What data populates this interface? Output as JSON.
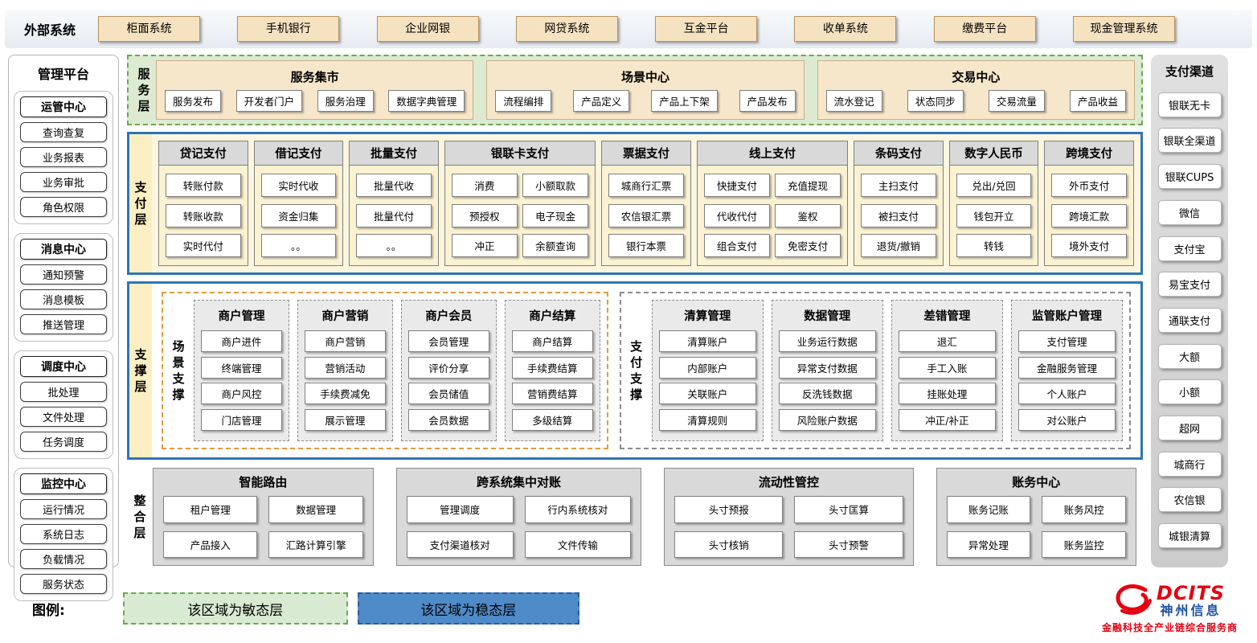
{
  "external": {
    "label": "外部系统",
    "items": [
      "柜面系统",
      "手机银行",
      "企业网银",
      "网贷系统",
      "互金平台",
      "收单系统",
      "缴费平台",
      "现金管理系统"
    ]
  },
  "management": {
    "title": "管理平台",
    "sections": [
      {
        "title": "运管中心",
        "items": [
          "查询查复",
          "业务报表",
          "业务审批",
          "角色权限"
        ]
      },
      {
        "title": "消息中心",
        "items": [
          "通知预警",
          "消息模板",
          "推送管理"
        ]
      },
      {
        "title": "调度中心",
        "items": [
          "批处理",
          "文件处理",
          "任务调度"
        ]
      },
      {
        "title": "监控中心",
        "items": [
          "运行情况",
          "系统日志",
          "负载情况",
          "服务状态"
        ]
      }
    ]
  },
  "service_layer": {
    "label": "服务层",
    "groups": [
      {
        "title": "服务集市",
        "items": [
          "服务发布",
          "开发者门户",
          "服务治理",
          "数据字典管理"
        ]
      },
      {
        "title": "场景中心",
        "items": [
          "流程编排",
          "产品定义",
          "产品上下架",
          "产品发布"
        ]
      },
      {
        "title": "交易中心",
        "items": [
          "流水登记",
          "状态同步",
          "交易流量",
          "产品收益"
        ]
      }
    ]
  },
  "payment_layer": {
    "label": "支付层",
    "columns": [
      {
        "title": "贷记支付",
        "rows": [
          [
            "转账付款"
          ],
          [
            "转账收款"
          ],
          [
            "实时代付"
          ]
        ]
      },
      {
        "title": "借记支付",
        "rows": [
          [
            "实时代收"
          ],
          [
            "资金归集"
          ],
          [
            "。。"
          ]
        ]
      },
      {
        "title": "批量支付",
        "rows": [
          [
            "批量代收"
          ],
          [
            "批量代付"
          ],
          [
            "。。"
          ]
        ]
      },
      {
        "title": "银联卡支付",
        "rows": [
          [
            "消费",
            "小额取款"
          ],
          [
            "预授权",
            "电子现金"
          ],
          [
            "冲正",
            "余额查询"
          ]
        ]
      },
      {
        "title": "票据支付",
        "rows": [
          [
            "城商行汇票"
          ],
          [
            "农信银汇票"
          ],
          [
            "银行本票"
          ]
        ]
      },
      {
        "title": "线上支付",
        "rows": [
          [
            "快捷支付",
            "充值提现"
          ],
          [
            "代收代付",
            "鉴权"
          ],
          [
            "组合支付",
            "免密支付"
          ]
        ]
      },
      {
        "title": "条码支付",
        "rows": [
          [
            "主扫支付"
          ],
          [
            "被扫支付"
          ],
          [
            "退货/撤销"
          ]
        ]
      },
      {
        "title": "数字人民币",
        "rows": [
          [
            "兑出/兑回"
          ],
          [
            "钱包开立"
          ],
          [
            "转钱"
          ]
        ]
      },
      {
        "title": "跨境支付",
        "rows": [
          [
            "外币支付"
          ],
          [
            "跨境汇款"
          ],
          [
            "境外支付"
          ]
        ]
      }
    ]
  },
  "support_layer": {
    "label": "支撑层",
    "groups": [
      {
        "label": "场景支撑",
        "accent": "orange",
        "columns": [
          {
            "title": "商户管理",
            "items": [
              "商户进件",
              "终端管理",
              "商户风控",
              "门店管理"
            ]
          },
          {
            "title": "商户营销",
            "items": [
              "商户营销",
              "营销活动",
              "手续费减免",
              "展示管理"
            ]
          },
          {
            "title": "商户会员",
            "items": [
              "会员管理",
              "评价分享",
              "会员储值",
              "会员数据"
            ]
          },
          {
            "title": "商户结算",
            "items": [
              "商户结算",
              "手续费结算",
              "营销费结算",
              "多级结算"
            ]
          }
        ]
      },
      {
        "label": "支付支撑",
        "accent": "gray",
        "columns": [
          {
            "title": "清算管理",
            "items": [
              "清算账户",
              "内部账户",
              "关联账户",
              "清算规则"
            ]
          },
          {
            "title": "数据管理",
            "items": [
              "业务运行数据",
              "异常支付数据",
              "反洗钱数据",
              "风险账户数据"
            ]
          },
          {
            "title": "差错管理",
            "items": [
              "退汇",
              "手工入账",
              "挂账处理",
              "冲正/补正"
            ]
          },
          {
            "title": "监管账户管理",
            "items": [
              "支付管理",
              "金融服务管理",
              "个人账户",
              "对公账户"
            ]
          }
        ]
      }
    ]
  },
  "integration_layer": {
    "label": "整合层",
    "groups": [
      {
        "title": "智能路由",
        "items": [
          "租户管理",
          "数据管理",
          "产品接入",
          "汇路计算引擎"
        ]
      },
      {
        "title": "跨系统集中对账",
        "items": [
          "管理调度",
          "行内系统核对",
          "支付渠道核对",
          "文件传输"
        ]
      },
      {
        "title": "流动性管控",
        "items": [
          "头寸预报",
          "头寸匡算",
          "头寸核销",
          "头寸预警"
        ]
      },
      {
        "title": "账务中心",
        "items": [
          "账务记账",
          "账务风控",
          "异常处理",
          "账务监控"
        ]
      }
    ]
  },
  "channels": {
    "title": "支付渠道",
    "items": [
      "银联无卡",
      "银联全渠道",
      "银联CUPS",
      "微信",
      "支付宝",
      "易宝支付",
      "通联支付",
      "大额",
      "小额",
      "超网",
      "城商行",
      "农信银",
      "城银清算"
    ]
  },
  "legend": {
    "label": "图例:",
    "agile": "该区域为敏态层",
    "stable": "该区域为稳态层"
  },
  "logo": {
    "name": "DCITS",
    "company": "神州信息",
    "tagline": "金融科技全产业链综合服务商"
  },
  "colors": {
    "agile_green_border": "#6aa84f",
    "agile_green_fill": "#dcead1",
    "stable_blue_border": "#2e75b6",
    "stable_blue_fill": "#4e8bc8",
    "tan_box": "#f5e2c0",
    "yellow_strip": "#fcefc3",
    "gray_fill": "#d9d9d9",
    "orange_dashed": "#e49b3c",
    "brand_red": "#e60012",
    "brand_blue": "#1e50a2"
  }
}
